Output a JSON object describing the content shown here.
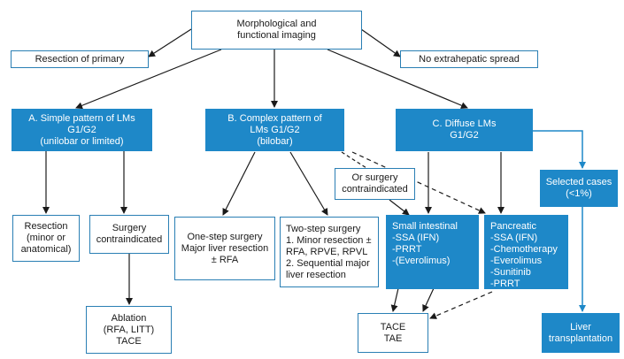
{
  "diagram": {
    "top": "Morphological and\nfunctional imaging",
    "resection_primary": "Resection of primary",
    "no_extrahepatic": "No extrahepatic spread",
    "simple": "A. Simple pattern of LMs\nG1/G2\n(unilobar or limited)",
    "complex": "B. Complex pattern of\nLMs G1/G2\n(bilobar)",
    "diffuse": "C. Diffuse LMs\nG1/G2",
    "resection_minor": "Resection\n(minor or\nanatomical)",
    "surgery_contra": "Surgery\ncontraindicated",
    "ablation": "Ablation\n(RFA, LITT)\nTACE",
    "one_step": "One-step surgery\nMajor liver resection\n± RFA",
    "two_step": "Two-step surgery\n1. Minor resection ±\n    RFA, RPVE, RPVL\n2. Sequential major\n    liver resection",
    "or_surgery": "Or surgery\ncontraindicated",
    "small_intestinal": "Small intestinal\n-SSA (IFN)\n-PRRT\n-(Everolimus)",
    "pancreatic": "Pancreatic\n-SSA (IFN)\n-Chemotherapy\n-Everolimus\n-Sunitinib\n-PRRT",
    "tace_tae": "TACE\nTAE",
    "selected": "Selected cases\n(<1%)",
    "liver_tx": "Liver\ntransplantation"
  },
  "colors": {
    "blue": "#1e88c8",
    "border": "#2a7fb4",
    "line": "#1a1a1a"
  }
}
